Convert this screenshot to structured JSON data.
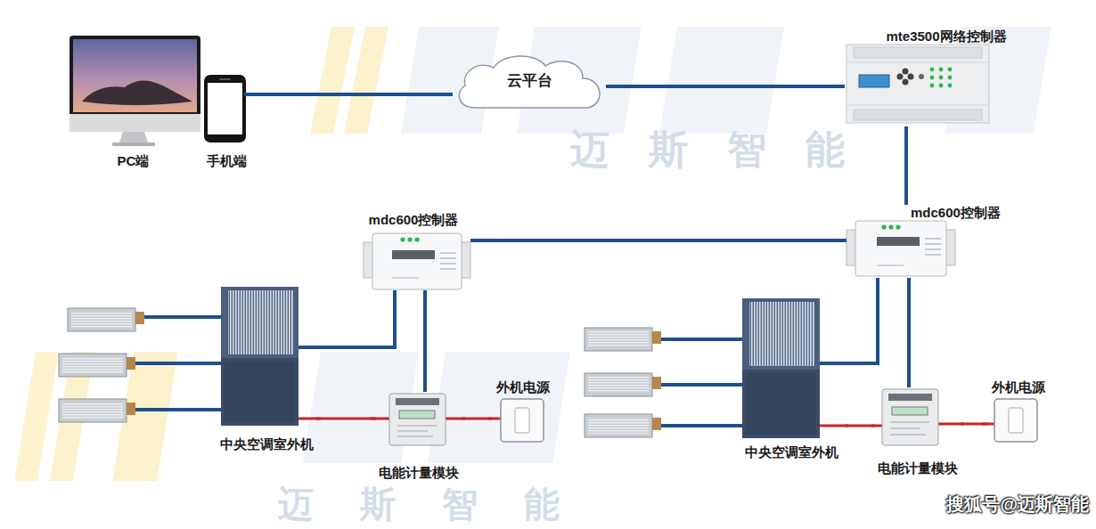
{
  "diagram": {
    "nodes": [
      {
        "text": [
          "PC端"
        ]
      },
      {
        "text": [
          "手机端"
        ]
      },
      {
        "text": [
          "云平台"
        ]
      },
      {
        "text": [
          "mte3500网络控制器"
        ]
      },
      {
        "text": [
          "mdc600控制器"
        ]
      },
      {
        "text": [
          "mdc600控制器"
        ]
      },
      {
        "text": [
          "中央空调室外机"
        ]
      },
      {
        "text": [
          "电能计量模块"
        ]
      },
      {
        "text": [
          "外机电源"
        ]
      },
      {
        "text": [
          "中央空调室外机"
        ]
      },
      {
        "text": [
          "电能计量模块"
        ]
      },
      {
        "text": [
          "外机电源"
        ]
      }
    ],
    "edges": [
      {
        "from": 1,
        "to": 2,
        "arrow": "none"
      },
      {
        "from": 2,
        "to": 3,
        "arrow": "none"
      },
      {
        "from": 3,
        "to": 5,
        "arrow": "none"
      },
      {
        "from": 4,
        "to": 5,
        "arrow": "none"
      },
      {
        "from": 4,
        "to": 6,
        "arrow": "none"
      },
      {
        "from": 4,
        "to": 7,
        "arrow": "none"
      },
      {
        "from": 6,
        "to": 7,
        "arrow": "none"
      },
      {
        "from": 7,
        "to": 8,
        "arrow": "none"
      },
      {
        "from": 5,
        "to": 9,
        "arrow": "none"
      },
      {
        "from": 5,
        "to": 10,
        "arrow": "none"
      },
      {
        "from": 9,
        "to": 10,
        "arrow": "none"
      },
      {
        "from": 10,
        "to": 11,
        "arrow": "none"
      }
    ],
    "labels": [
      "迈斯智能",
      "迈斯智能",
      "搜狐号@迈斯智能"
    ]
  }
}
